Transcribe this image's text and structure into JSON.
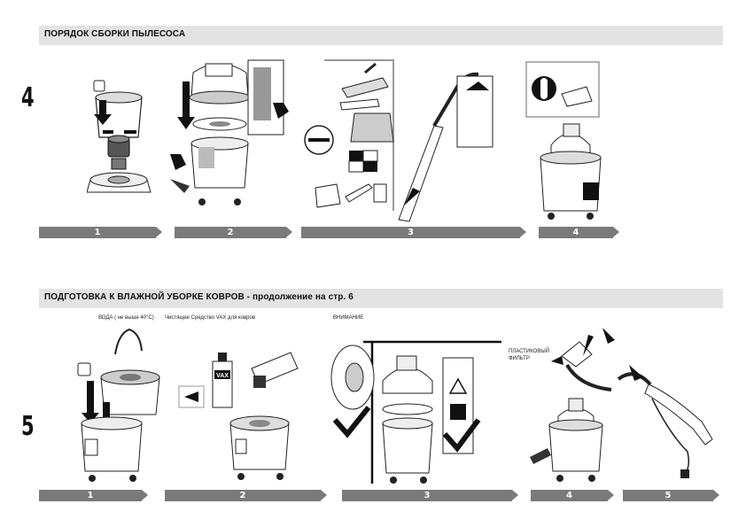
{
  "section1": {
    "title": "ПОРЯДОК СБОРКИ ПЫЛЕСОСА",
    "step_number": "4",
    "steps": [
      "1",
      "2",
      "3",
      "4"
    ]
  },
  "section2": {
    "title": "ПОДГОТОВКА К ВЛАЖНОЙ УБОРКЕ КОВРОВ - продолжение на стр. 6",
    "step_number": "5",
    "steps": [
      "1",
      "2",
      "3",
      "4",
      "5"
    ],
    "captions": {
      "water": "ВОДА ( не выше 40°С)",
      "cleaner": "Чистящее Средство VAX для ковров",
      "attention": "ВНИМАНИЕ",
      "filter": "ПЛАСТИКОВЫЙ\nФИЛЬТР"
    }
  },
  "labels": {
    "bottle_brand": "VAX"
  }
}
